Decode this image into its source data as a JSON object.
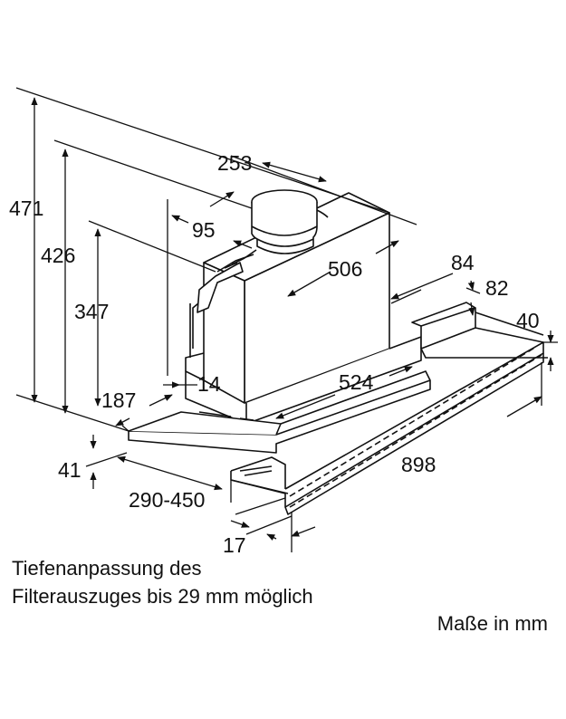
{
  "dimensions": {
    "height_total": "471",
    "height_housing": "426",
    "height_body": "347",
    "chimney_width": "253",
    "chimney_offset": "95",
    "body_depth": "506",
    "depth_84": "84",
    "depth_82": "82",
    "height_40": "40",
    "depth_524": "524",
    "offset_14": "14",
    "depth_187": "187",
    "front_41": "41",
    "width_898": "898",
    "extension_range": "290-450",
    "front_17": "17"
  },
  "notes": {
    "line1": "Tiefenanpassung des",
    "line2": "Filterauszuges bis 29 mm möglich"
  },
  "units_label": "Maße in mm"
}
